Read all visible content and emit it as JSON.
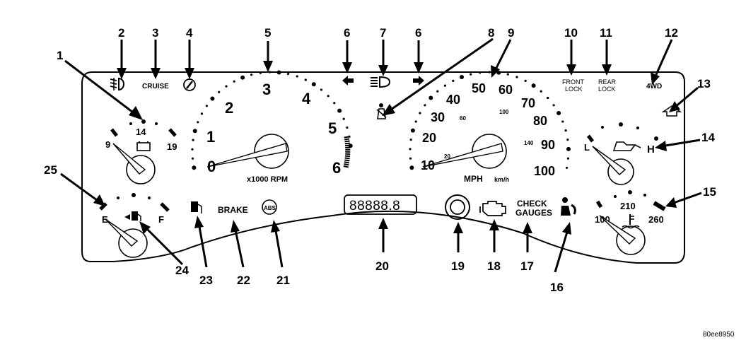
{
  "callouts": [
    "1",
    "2",
    "3",
    "4",
    "5",
    "6",
    "7",
    "8",
    "9",
    "10",
    "11",
    "12",
    "13",
    "14",
    "15",
    "16",
    "17",
    "18",
    "19",
    "20",
    "21",
    "22",
    "23",
    "24",
    "25"
  ],
  "indicators": {
    "cruise": "CRUISE",
    "front_lock_1": "FRONT",
    "front_lock_2": "LOCK",
    "rear_lock_1": "REAR",
    "rear_lock_2": "LOCK",
    "fourwd": "4WD",
    "brake": "BRAKE",
    "check_1": "CHECK",
    "check_2": "GAUGES",
    "abs": "ABS"
  },
  "voltmeter": {
    "low": "9",
    "mid": "14",
    "high": "19"
  },
  "tach": {
    "numbers": [
      "0",
      "1",
      "2",
      "3",
      "4",
      "5",
      "6"
    ],
    "unit": "x1000 RPM"
  },
  "speedo": {
    "mph": [
      "10",
      "20",
      "30",
      "40",
      "50",
      "60",
      "70",
      "80",
      "90",
      "100"
    ],
    "kmh": [
      "20",
      "60",
      "100",
      "140"
    ],
    "unit_mph": "MPH",
    "unit_kmh": "km/h"
  },
  "oil": {
    "low": "L",
    "high": "H"
  },
  "temp": {
    "low": "100",
    "mid": "210",
    "high": "260"
  },
  "fuel": {
    "empty": "E",
    "full": "F"
  },
  "odometer": "88888.8",
  "figure_code": "80ee8950",
  "icons": [
    "fog-lamp-icon",
    "wrench-icon",
    "turn-left-icon",
    "high-beam-icon",
    "turn-right-icon",
    "seatbelt-icon",
    "upshift-icon",
    "battery-icon",
    "oil-can-icon",
    "coolant-temp-icon",
    "fuel-pump-icon",
    "engine-icon",
    "airbag-icon",
    "security-ring-icon"
  ]
}
